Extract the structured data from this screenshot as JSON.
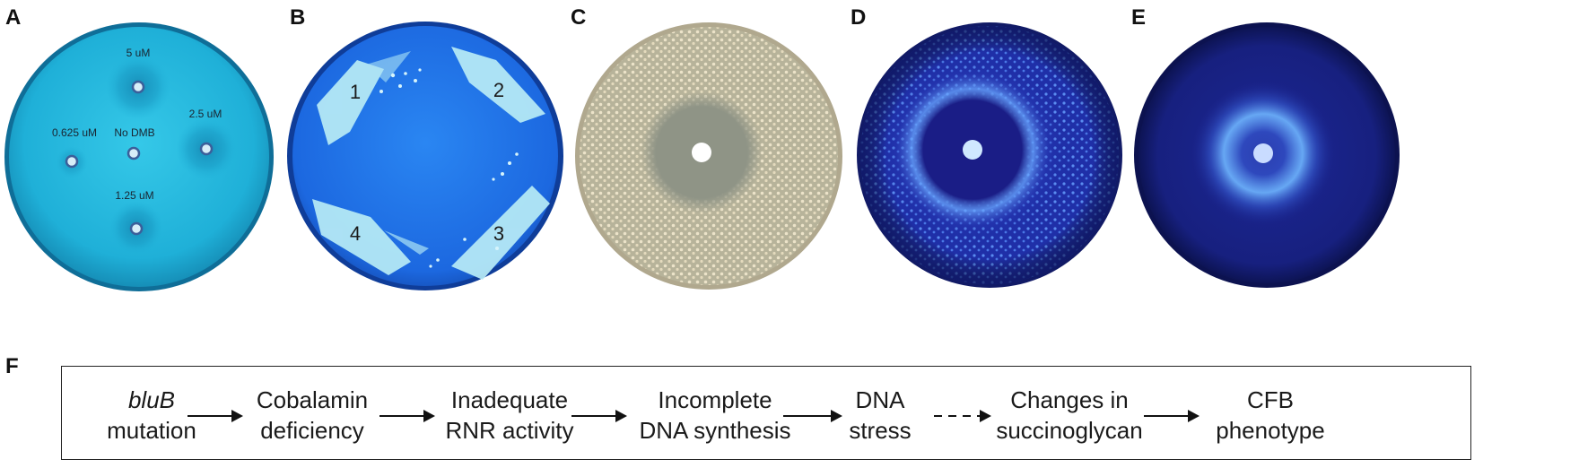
{
  "panels": {
    "a": {
      "letter": "A",
      "labels": {
        "top": "5 uM",
        "left": "0.625 uM",
        "center": "No DMB",
        "right": "2.5 uM",
        "bottom": "1.25 uM"
      }
    },
    "b": {
      "letter": "B",
      "numbers": [
        "1",
        "2",
        "3",
        "4"
      ]
    },
    "c": {
      "letter": "C"
    },
    "d": {
      "letter": "D"
    },
    "e": {
      "letter": "E"
    },
    "f": {
      "letter": "F"
    }
  },
  "flow": {
    "steps": [
      {
        "line1": "bluB",
        "line2": "mutation"
      },
      {
        "line1": "Cobalamin",
        "line2": "deficiency"
      },
      {
        "line1": "Inadequate",
        "line2": "RNR activity"
      },
      {
        "line1": "Incomplete",
        "line2": "DNA synthesis"
      },
      {
        "line1": "DNA",
        "line2": "stress"
      },
      {
        "line1": "Changes in",
        "line2": "succinoglycan"
      },
      {
        "line1": "CFB",
        "line2": "phenotype"
      }
    ]
  },
  "colors": {
    "plate_a": "#22b5d8",
    "plate_b": "#1f6fe6",
    "plate_c": "#b9b49a",
    "plate_d": "#1b2aa0",
    "plate_e": "#18238a"
  }
}
